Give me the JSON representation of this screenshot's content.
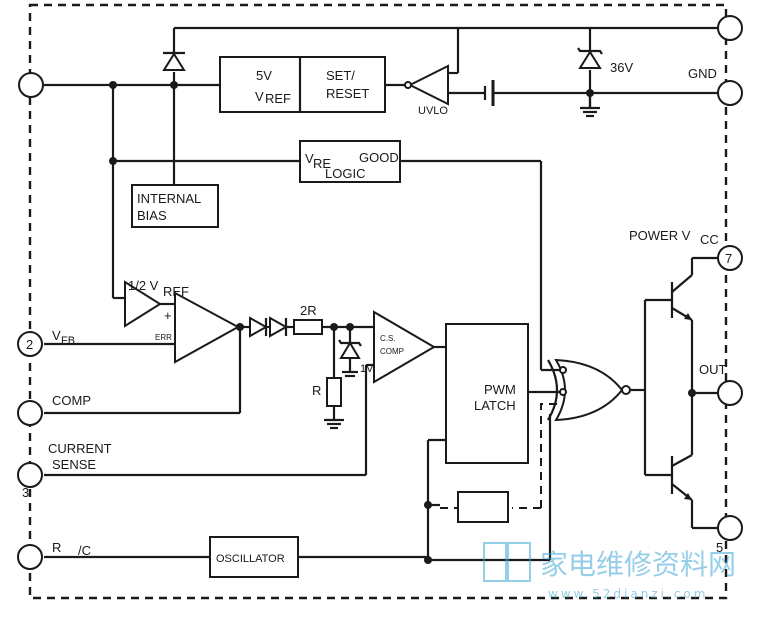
{
  "pins": {
    "pin2": "2",
    "pin3": "3",
    "pin5": "5",
    "pin7": "7"
  },
  "labels": {
    "gnd": "GND",
    "v36": "36V",
    "uvlo": "UVLO",
    "vref_5v": "5V",
    "vref_sub_v": "V",
    "vref_sub": "REF",
    "set_reset_1": "SET/",
    "set_reset_2": "RESET",
    "vref_good_v": "V",
    "vref_good_re": "RE",
    "vref_good_good": "GOOD",
    "vref_good_logic": "LOGIC",
    "internal_bias_1": "INTERNAL",
    "internal_bias_2": "BIAS",
    "half_vref_a": "1/2 V",
    "half_vref_b": "REF",
    "plus": "+",
    "err": "ERR",
    "vfb_v": "V",
    "vfb_sub": "FB",
    "comp": "COMP",
    "current_sense_1": "CURRENT",
    "current_sense_2": "SENSE",
    "rc_r": "R",
    "rc_c": "/C",
    "oscillator": "OSCILLATOR",
    "two_r": "2R",
    "r": "R",
    "one_v": "1V",
    "cs_comp_1": "C.S.",
    "cs_comp_2": "COMP",
    "pwm": "PWM",
    "latch": "LATCH",
    "power_vcc_a": "POWER V",
    "power_vcc_b": "CC",
    "out": "OUT"
  },
  "watermark": {
    "cn": "家电维修资料网",
    "url": "www.52dianzi.com"
  }
}
